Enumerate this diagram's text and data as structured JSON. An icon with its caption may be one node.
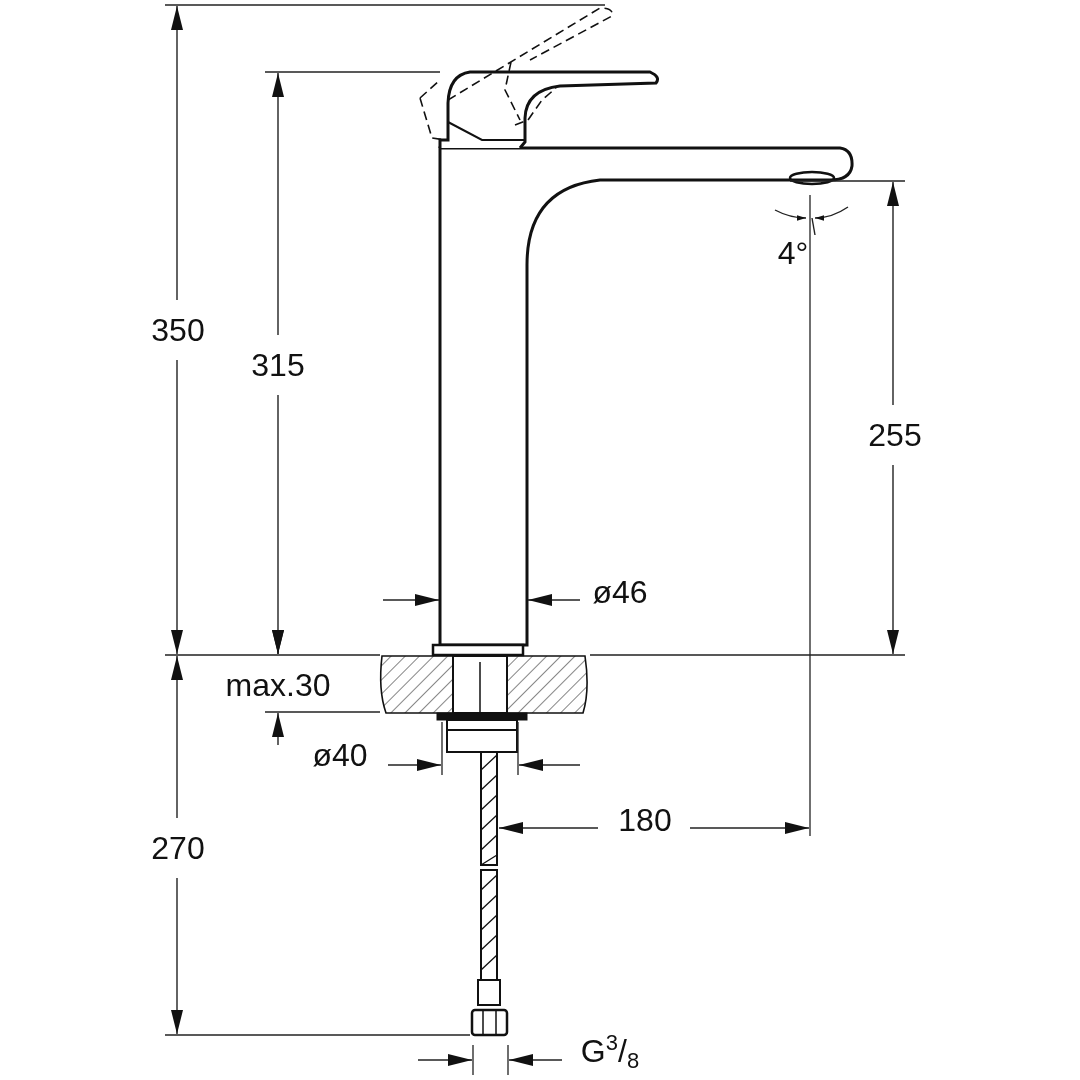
{
  "diagram": {
    "labels": [
      "4°",
      "350",
      "315",
      "255",
      "ø46",
      "max.30",
      "ø40",
      "180",
      "270",
      "G$^{3}$/$_{8}$"
    ]
  }
}
